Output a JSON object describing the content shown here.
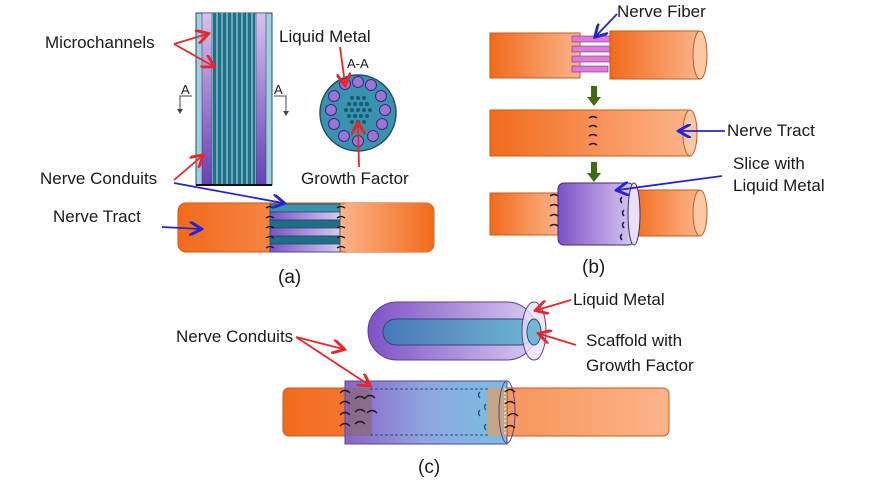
{
  "panel_a": {
    "caption": "(a)",
    "labels": {
      "microchannels": "Microchannels",
      "liquid_metal": "Liquid Metal",
      "section": "A-A",
      "section_mark_left": "A",
      "section_mark_right": "A",
      "nerve_conduits": "Nerve Conduits",
      "growth_factor": "Growth Factor",
      "nerve_tract": "Nerve Tract"
    }
  },
  "panel_b": {
    "caption": "(b)",
    "labels": {
      "nerve_fiber": "Nerve Fiber",
      "nerve_tract": "Nerve Tract",
      "slice_line1": "Slice with",
      "slice_line2": "Liquid Metal"
    }
  },
  "panel_c": {
    "caption": "(c)",
    "labels": {
      "liquid_metal": "Liquid Metal",
      "nerve_conduits": "Nerve Conduits",
      "scaffold_line1": "Scaffold with",
      "scaffold_line2": "Growth Factor"
    }
  },
  "colors": {
    "nerve_orange": "#f5782a",
    "conduit_purple": "#8a63c9",
    "channel_teal": "#1f6f87",
    "shell_lightblue": "#9fd0e0",
    "arrow_red": "#e8262a",
    "arrow_blue": "#2424d6",
    "arrow_green": "#3f6b12"
  }
}
